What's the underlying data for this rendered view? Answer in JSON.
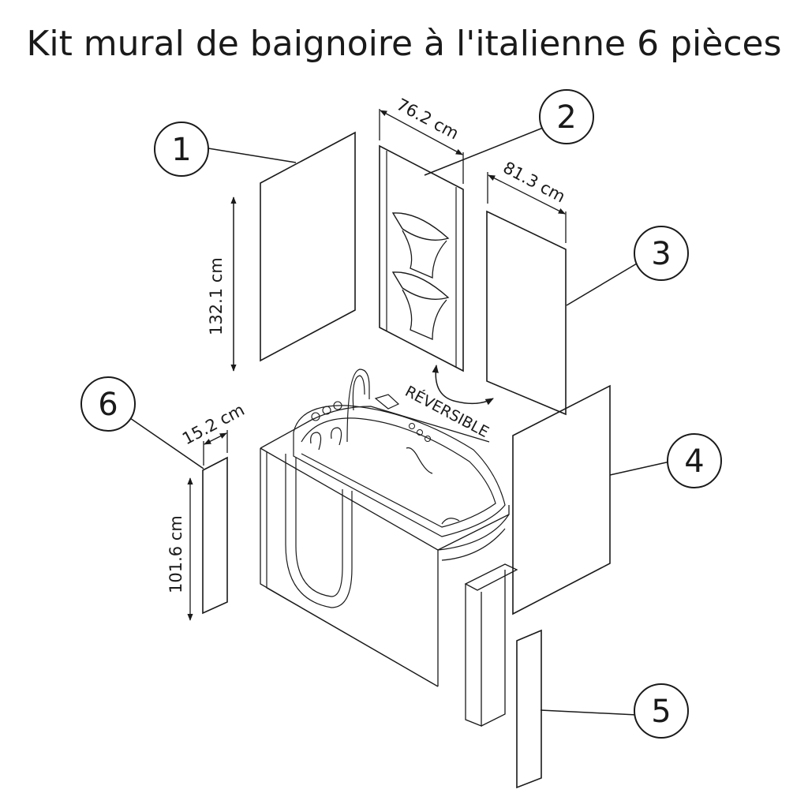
{
  "title": "Kit mural de baignoire à l'italienne 6 pièces",
  "callouts": [
    "1",
    "2",
    "3",
    "4",
    "5",
    "6"
  ],
  "dimensions": {
    "width_panel_2": "76.2 cm",
    "width_panel_3": "81.3 cm",
    "height_panel_1": "132.1 cm",
    "width_panel_6": "15.2 cm",
    "height_panel_6": "101.6 cm"
  },
  "reversible_label": "RÉVERSIBLE"
}
